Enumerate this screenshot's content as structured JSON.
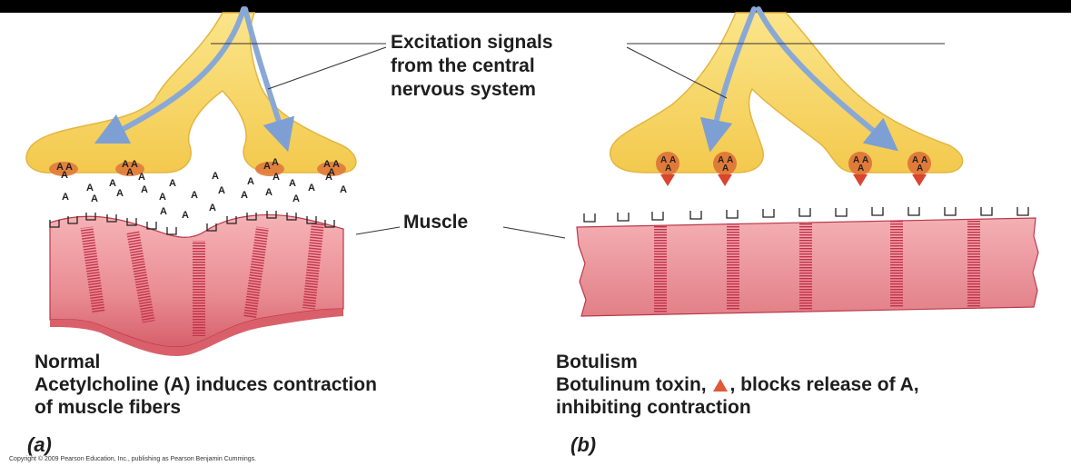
{
  "labels": {
    "excitation": [
      "Excitation signals",
      "from the central",
      "nervous system"
    ],
    "muscle": "Muscle"
  },
  "panel_a": {
    "tag": "(a)",
    "title": "Normal",
    "line1": "Acetylcholine (A) induces contraction",
    "line2": "of muscle fibers",
    "molecule": "A"
  },
  "panel_b": {
    "tag": "(b)",
    "title": "Botulism",
    "line1_before": "Botulinum toxin, ",
    "line1_after": ", blocks release of A,",
    "line2": "inhibiting contraction"
  },
  "copyright": "Copyright © 2009 Pearson Education, Inc., publishing as Pearson Benjamin Cummings.",
  "colors": {
    "nerve": "#f6d466",
    "arrow": "#8aa8d6",
    "vesicle": "#e07a3a",
    "muscle": "#e8858c",
    "stripe": "#c8374a",
    "toxin": "#e05a3a"
  }
}
